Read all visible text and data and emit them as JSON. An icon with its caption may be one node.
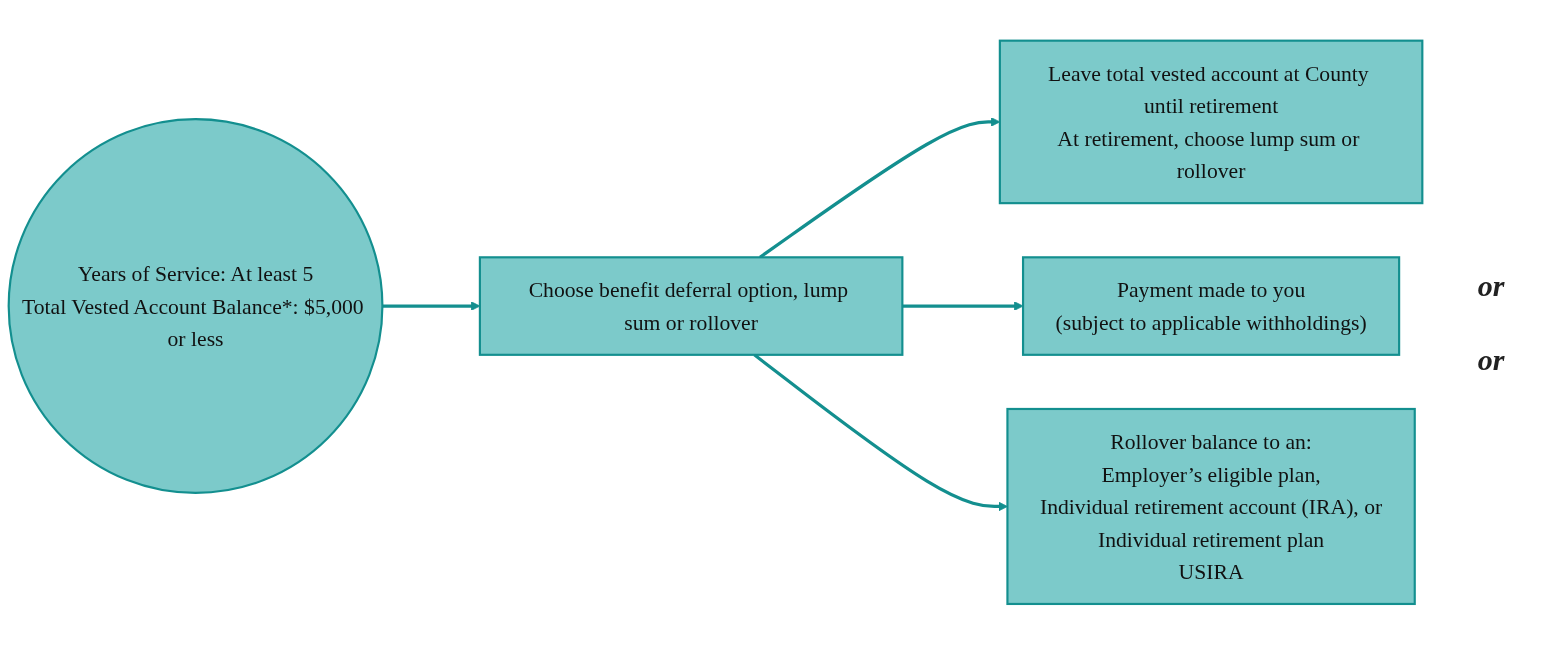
{
  "diagram": {
    "nodes": [
      {
        "text": [
          "Years of Service: At least 5",
          "Total Vested Account Balance*: $5,000 or less"
        ]
      },
      {
        "text": [
          "Choose benefit deferral option, lump sum or rollover"
        ]
      },
      {
        "text": [
          "Leave total vested account at County until retirement",
          "At retirement, choose lump sum or rollover"
        ]
      },
      {
        "text": [
          "Payment made to you",
          "(subject to applicable withholdings)"
        ]
      },
      {
        "text": [
          "Rollover balance to an:",
          "Employer’s eligible plan,",
          "Individual retirement account (IRA), or",
          "Individual retirement plan",
          "USIRA"
        ]
      }
    ],
    "edges": [
      {
        "from": 0,
        "to": 1,
        "arrow": "to"
      },
      {
        "from": 1,
        "to": 2,
        "arrow": "to"
      },
      {
        "from": 1,
        "to": 3,
        "arrow": "to"
      },
      {
        "from": 1,
        "to": 4,
        "arrow": "to"
      }
    ],
    "labels": [
      "or",
      "or"
    ]
  }
}
